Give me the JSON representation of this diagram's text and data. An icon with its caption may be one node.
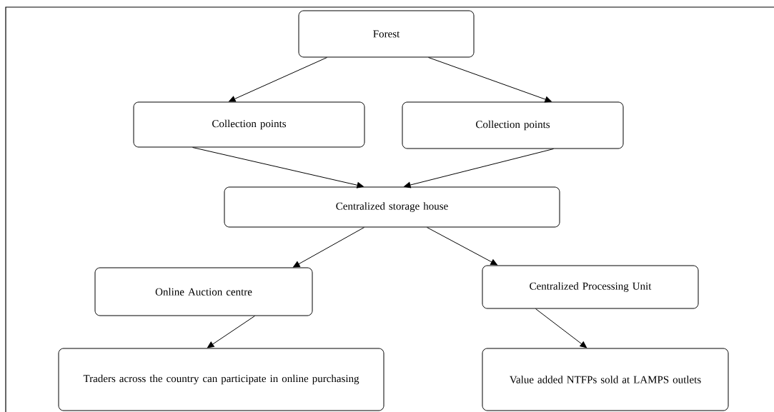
{
  "diagram": {
    "nodes": [
      {
        "text": [
          "Forest"
        ]
      },
      {
        "text": [
          "Collection points"
        ]
      },
      {
        "text": [
          "Collection points"
        ]
      },
      {
        "text": [
          "Centralized storage house"
        ]
      },
      {
        "text": [
          "Online Auction centre"
        ]
      },
      {
        "text": [
          "Centralized Processing Unit"
        ]
      },
      {
        "text": [
          "Traders across the country can participate in online purchasing"
        ]
      },
      {
        "text": [
          "Value added NTFPs sold at LAMPS outlets"
        ]
      }
    ],
    "edges": [
      {
        "from": 0,
        "to": 1,
        "arrow": "to"
      },
      {
        "from": 0,
        "to": 2,
        "arrow": "to"
      },
      {
        "from": 1,
        "to": 3,
        "arrow": "to"
      },
      {
        "from": 2,
        "to": 3,
        "arrow": "to"
      },
      {
        "from": 3,
        "to": 4,
        "arrow": "to"
      },
      {
        "from": 3,
        "to": 5,
        "arrow": "to"
      },
      {
        "from": 4,
        "to": 6,
        "arrow": "to"
      },
      {
        "from": 5,
        "to": 7,
        "arrow": "to"
      }
    ]
  }
}
